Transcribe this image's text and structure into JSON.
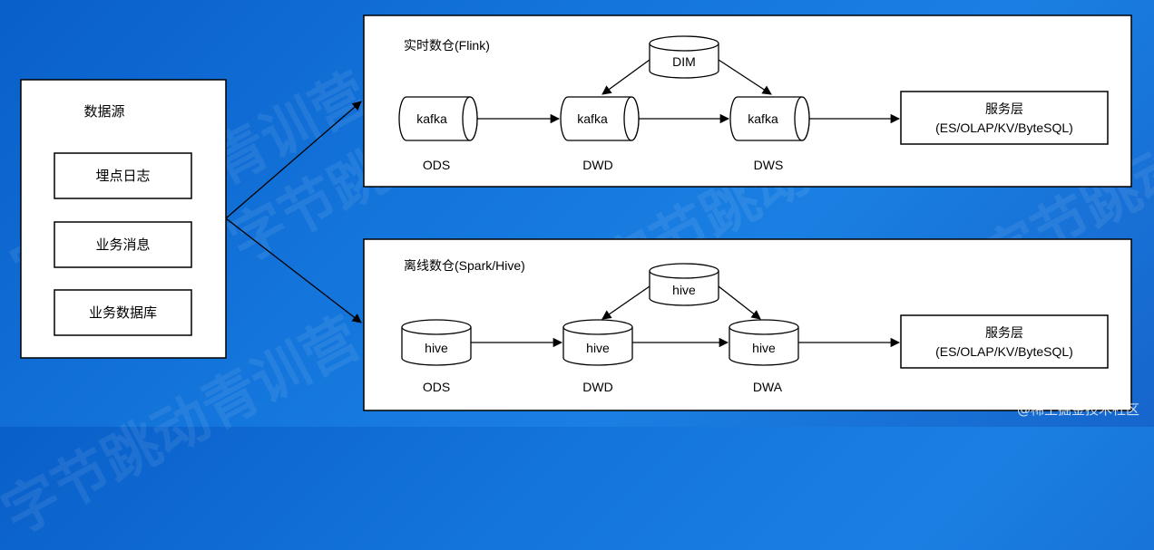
{
  "watermark": "字节跳动青训营",
  "sources": {
    "title": "数据源",
    "items": [
      "埋点日志",
      "业务消息",
      "业务数据库"
    ]
  },
  "realtime": {
    "title": "实时数仓(Flink)",
    "dim_label": "DIM",
    "stores": [
      "kafka",
      "kafka",
      "kafka"
    ],
    "layers": [
      "ODS",
      "DWD",
      "DWS"
    ],
    "service_line1": "服务层",
    "service_line2": "(ES/OLAP/KV/ByteSQL)"
  },
  "offline": {
    "title": "离线数仓(Spark/Hive)",
    "dim_label": "hive",
    "stores": [
      "hive",
      "hive",
      "hive"
    ],
    "layers": [
      "ODS",
      "DWD",
      "DWA"
    ],
    "service_line1": "服务层",
    "service_line2": "(ES/OLAP/KV/ByteSQL)"
  },
  "footer": "@稀土掘金技术社区"
}
